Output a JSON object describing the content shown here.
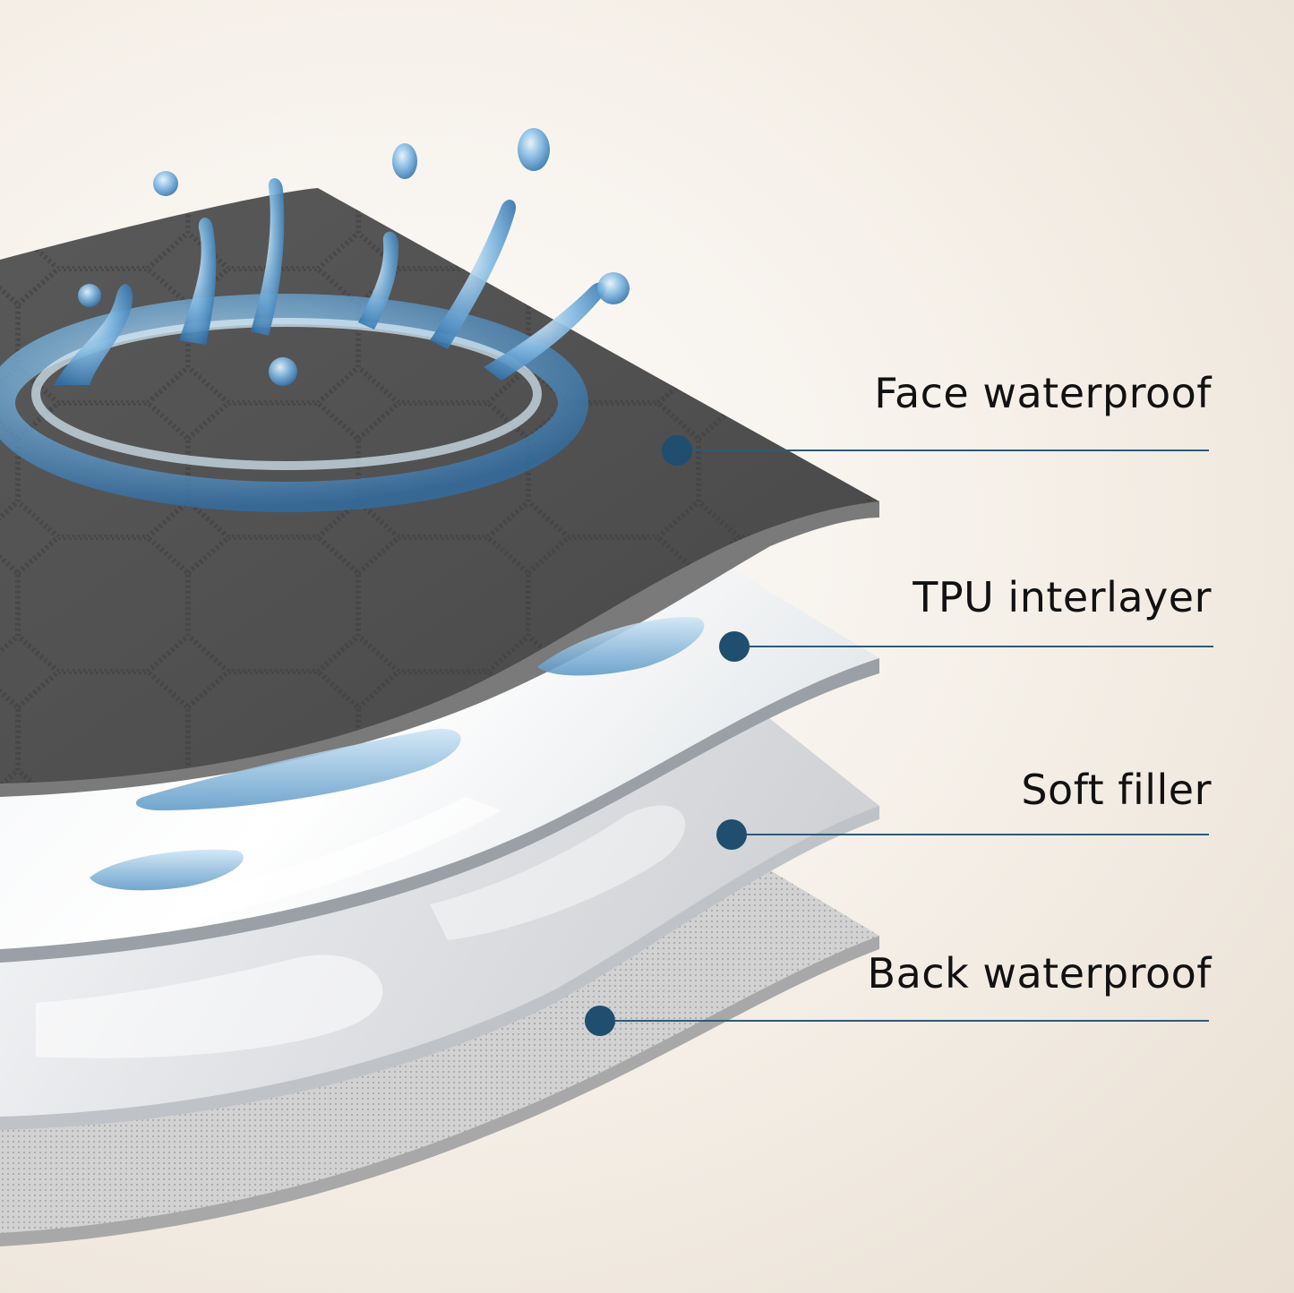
{
  "layers": [
    {
      "label": "Face waterproof"
    },
    {
      "label": "TPU interlayer"
    },
    {
      "label": "Soft filler"
    },
    {
      "label": "Back waterproof"
    }
  ],
  "colors": {
    "marker": "#1f4e6e",
    "leader_line": "#2e5a78",
    "face_layer": "#5a5a5a",
    "face_edge": "#7c7c7c",
    "tpu_layer": "#e8ecef",
    "filler_layer": "#dcdde0",
    "back_layer": "#c9c9c9",
    "water": "#3f86c4",
    "text": "#111111"
  },
  "icons": [
    "water-splash-icon",
    "water-droplet-icon"
  ]
}
